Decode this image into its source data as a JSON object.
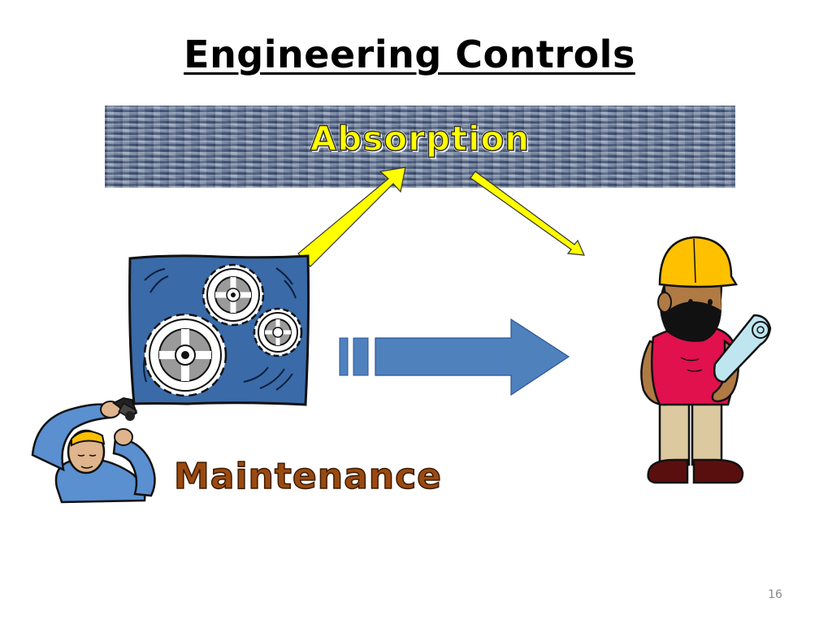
{
  "slide": {
    "title": "Engineering Controls",
    "absorption_label": "Absorption",
    "maintenance_label": "Maintenance",
    "page_number": "16"
  },
  "colors": {
    "absorption_text": "#ffff00",
    "maintenance_text": "#9a4a10",
    "yellow_arrow": "#ffff00",
    "blue_arrow": "#4f81bd",
    "machine_panel": "#3a6aa8",
    "hard_hat": "#ffc000",
    "worker_shirt": "#e0114d"
  },
  "icons": {
    "machine": "gears-machine-icon",
    "worker": "construction-worker-icon",
    "mechanic": "mechanic-with-wrench-icon",
    "blueprint": "blueprint-roll-icon"
  }
}
